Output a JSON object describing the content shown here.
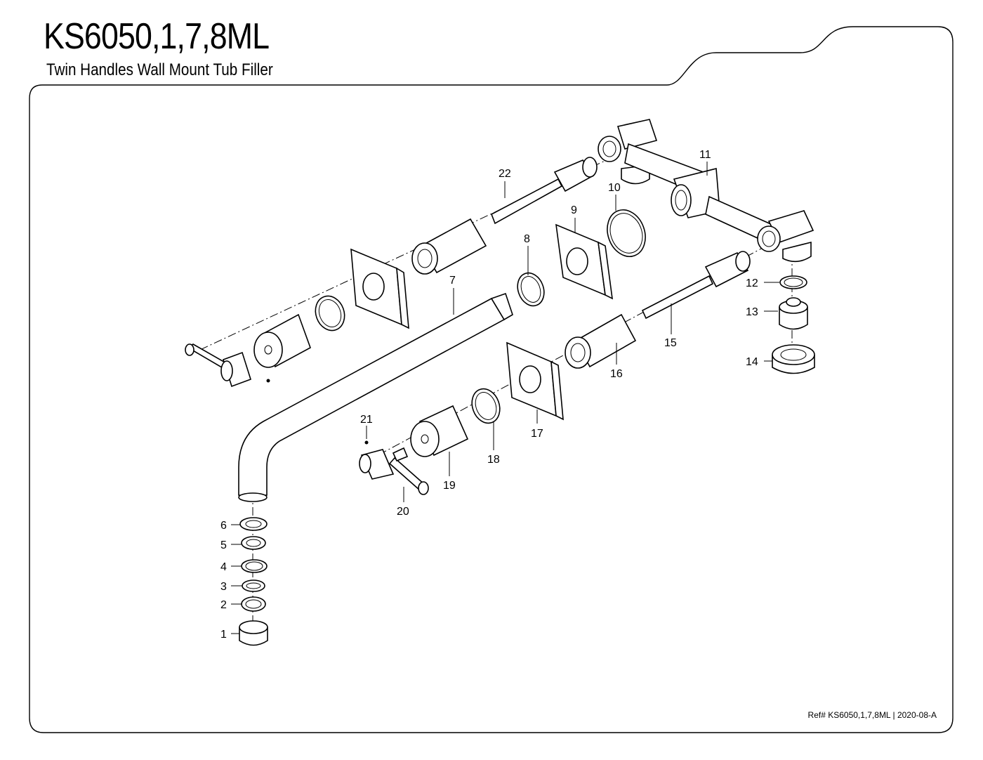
{
  "header": {
    "title": "KS6050,1,7,8ML",
    "subtitle": "Twin Handles Wall Mount Tub Filler"
  },
  "footer": {
    "ref": "Ref# KS6050,1,7,8ML | 2020-08-A"
  },
  "callouts": [
    "1",
    "2",
    "3",
    "4",
    "5",
    "6",
    "7",
    "8",
    "9",
    "10",
    "11",
    "12",
    "13",
    "14",
    "15",
    "16",
    "17",
    "18",
    "19",
    "20",
    "21",
    "22"
  ]
}
